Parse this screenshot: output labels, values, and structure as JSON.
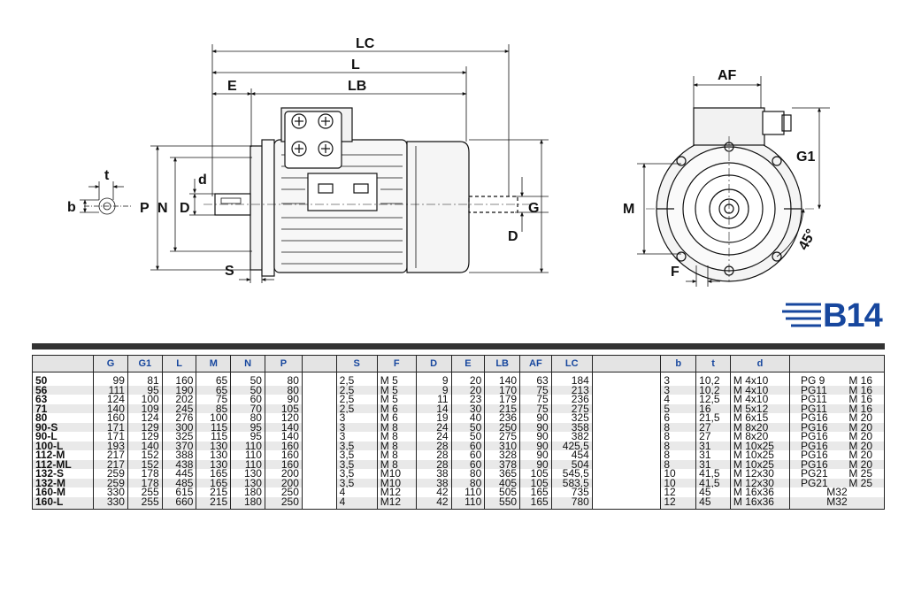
{
  "drawing": {
    "side_view_labels": {
      "lc": "LC",
      "l": "L",
      "e": "E",
      "lb": "LB",
      "t": "t",
      "b": "b",
      "d_key": "d",
      "p": "P",
      "n": "N",
      "d_shaft": "D",
      "g": "G",
      "d_rear": "D",
      "s": "S"
    },
    "front_view_labels": {
      "af": "AF",
      "g1": "G1",
      "m": "M",
      "f": "F",
      "angle": "45°"
    }
  },
  "badge": {
    "label": "B14",
    "color": "#17479e"
  },
  "table": {
    "header_color": "#17479e",
    "columns": [
      "",
      "G",
      "G1",
      "L",
      "M",
      "N",
      "P",
      "",
      "S",
      "F",
      "D",
      "E",
      "LB",
      "AF",
      "LC",
      "",
      "b",
      "t",
      "d",
      ""
    ],
    "rows": [
      [
        "50",
        "99",
        "81",
        "160",
        "65",
        "50",
        "80",
        "2,5",
        "M 5",
        "9",
        "20",
        "140",
        "63",
        "184",
        "3",
        "10,2",
        "M  4x10",
        "PG 9",
        "M 16"
      ],
      [
        "56",
        "111",
        "95",
        "190",
        "65",
        "50",
        "80",
        "2,5",
        "M 5",
        "9",
        "20",
        "170",
        "75",
        "213",
        "3",
        "10,2",
        "M  4x10",
        "PG11",
        "M 16"
      ],
      [
        "63",
        "124",
        "100",
        "202",
        "75",
        "60",
        "90",
        "2,5",
        "M 5",
        "11",
        "23",
        "179",
        "75",
        "236",
        "4",
        "12,5",
        "M  4x10",
        "PG11",
        "M 16"
      ],
      [
        "71",
        "140",
        "109",
        "245",
        "85",
        "70",
        "105",
        "2,5",
        "M 6",
        "14",
        "30",
        "215",
        "75",
        "275",
        "5",
        "16",
        "M  5x12",
        "PG11",
        "M 16"
      ],
      [
        "80",
        "160",
        "124",
        "276",
        "100",
        "80",
        "120",
        "3",
        "M 6",
        "19",
        "40",
        "236",
        "90",
        "325",
        "6",
        "21,5",
        "M  6x15",
        "PG16",
        "M 20"
      ],
      [
        "90-S",
        "171",
        "129",
        "300",
        "115",
        "95",
        "140",
        "3",
        "M 8",
        "24",
        "50",
        "250",
        "90",
        "358",
        "8",
        "27",
        "M  8x20",
        "PG16",
        "M 20"
      ],
      [
        "90-L",
        "171",
        "129",
        "325",
        "115",
        "95",
        "140",
        "3",
        "M 8",
        "24",
        "50",
        "275",
        "90",
        "382",
        "8",
        "27",
        "M  8x20",
        "PG16",
        "M 20"
      ],
      [
        "100-L",
        "193",
        "140",
        "370",
        "130",
        "110",
        "160",
        "3,5",
        "M 8",
        "28",
        "60",
        "310",
        "90",
        "425,5",
        "8",
        "31",
        "M 10x25",
        "PG16",
        "M 20"
      ],
      [
        "112-M",
        "217",
        "152",
        "388",
        "130",
        "110",
        "160",
        "3,5",
        "M 8",
        "28",
        "60",
        "328",
        "90",
        "454",
        "8",
        "31",
        "M 10x25",
        "PG16",
        "M 20"
      ],
      [
        "112-ML",
        "217",
        "152",
        "438",
        "130",
        "110",
        "160",
        "3,5",
        "M 8",
        "28",
        "60",
        "378",
        "90",
        "504",
        "8",
        "31",
        "M 10x25",
        "PG16",
        "M 20"
      ],
      [
        "132-S",
        "259",
        "178",
        "445",
        "165",
        "130",
        "200",
        "3,5",
        "M10",
        "38",
        "80",
        "365",
        "105",
        "545,5",
        "10",
        "41,5",
        "M 12x30",
        "PG21",
        "M 25"
      ],
      [
        "132-M",
        "259",
        "178",
        "485",
        "165",
        "130",
        "200",
        "3,5",
        "M10",
        "38",
        "80",
        "405",
        "105",
        "583,5",
        "10",
        "41,5",
        "M 12x30",
        "PG21",
        "M 25"
      ],
      [
        "160-M",
        "330",
        "255",
        "615",
        "215",
        "180",
        "250",
        "4",
        "M12",
        "42",
        "110",
        "505",
        "165",
        "735",
        "12",
        "45",
        "M 16x36",
        "",
        "M32"
      ],
      [
        "160-L",
        "330",
        "255",
        "660",
        "215",
        "180",
        "250",
        "4",
        "M12",
        "42",
        "110",
        "550",
        "165",
        "780",
        "12",
        "45",
        "M 16x36",
        "",
        "M32"
      ]
    ]
  }
}
